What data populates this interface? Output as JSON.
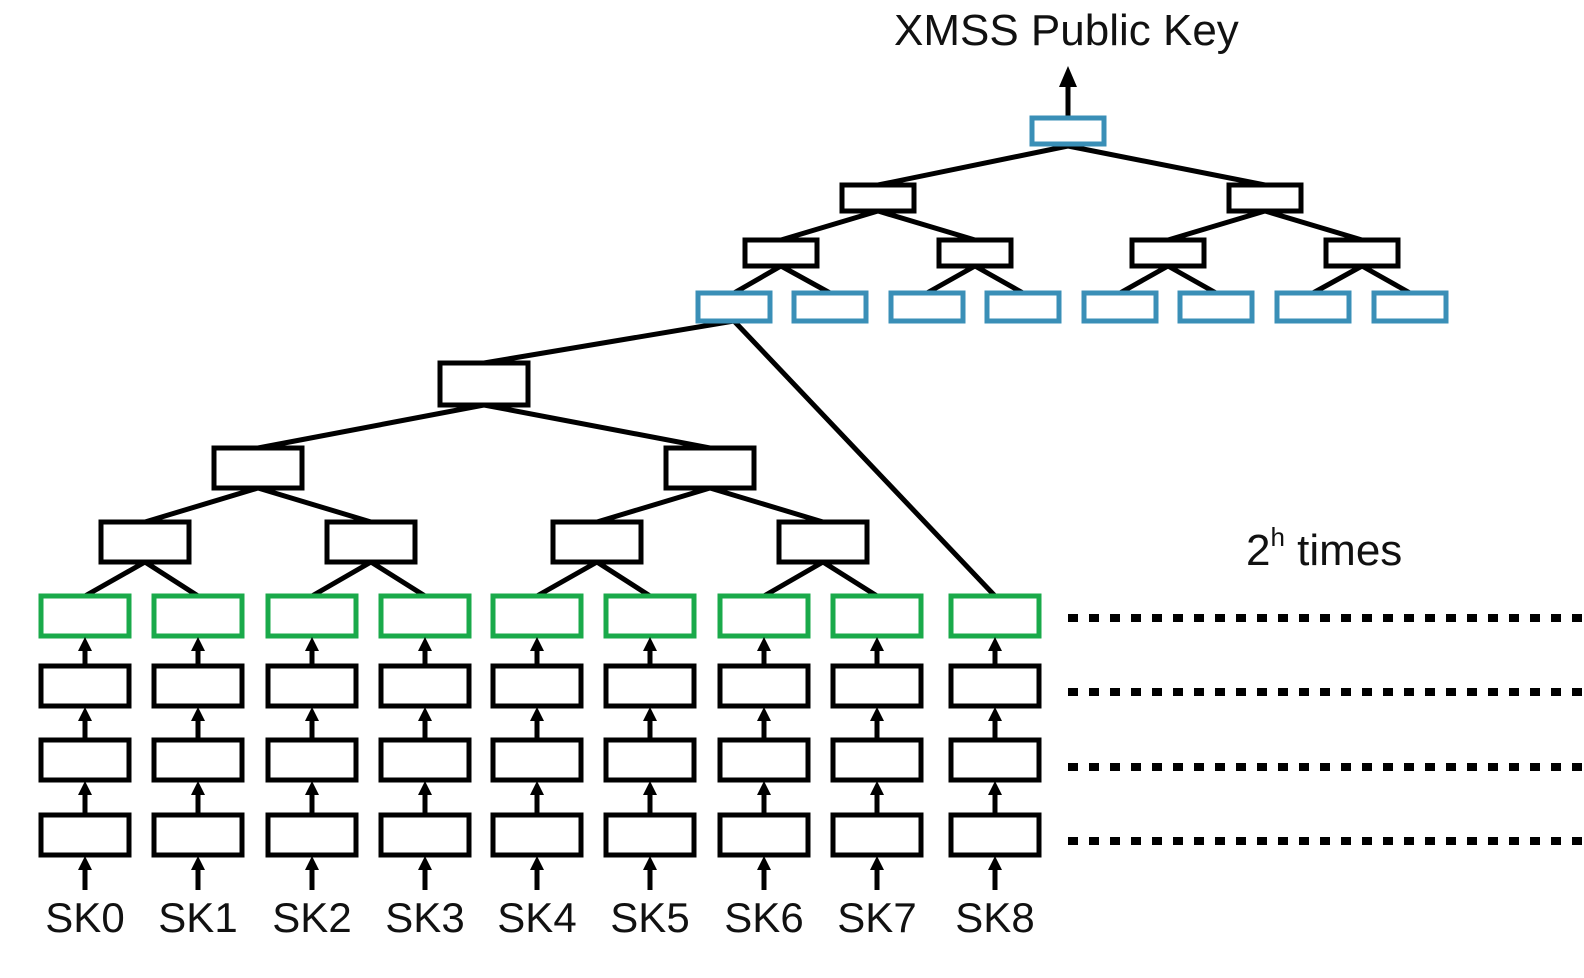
{
  "title": "XMSS Public Key",
  "repeat_label": {
    "base": "2",
    "superscript": "h",
    "suffix": " times"
  },
  "leaves": [
    "SK0",
    "SK1",
    "SK2",
    "SK3",
    "SK4",
    "SK5",
    "SK6",
    "SK7",
    "SK8"
  ],
  "colors": {
    "stroke": "#000000",
    "upper_tree_node": "#3a8fb7",
    "ots_root_node": "#1aaa4a"
  }
}
